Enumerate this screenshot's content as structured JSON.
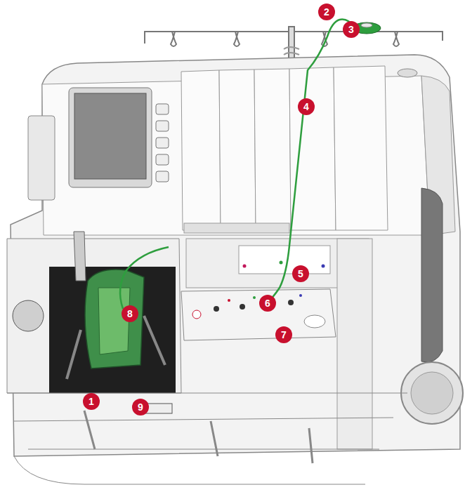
{
  "diagram": {
    "labels": [
      "2",
      "3",
      "4",
      "5",
      "6",
      "8",
      "7",
      "1",
      "9"
    ]
  }
}
